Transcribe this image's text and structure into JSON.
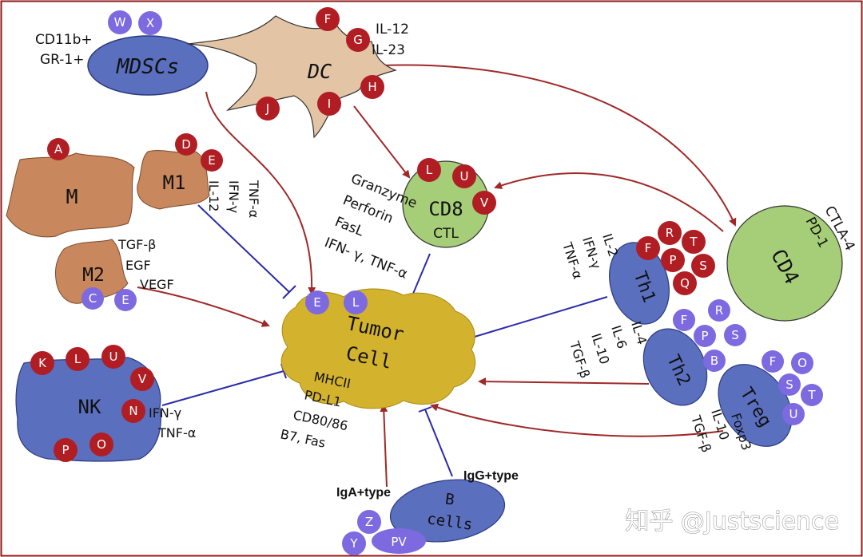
{
  "cells": {
    "mdscs": "MDSCs",
    "dc": "DC",
    "m": "M",
    "m1": "M1",
    "m2": "M2",
    "cd8": "CD8",
    "ctl": "CTL",
    "cd4": "CD4",
    "th1": "Th1",
    "th2": "Th2",
    "treg": "Treg",
    "nk": "NK",
    "tumor_line1": "Tumor",
    "tumor_line2": "Cell",
    "b_line1": "B",
    "b_line2": "cells"
  },
  "labels": {
    "cd11b": "CD11b+",
    "gr1": "GR-1+",
    "il12_dc": "IL-12",
    "il23": "IL-23",
    "m1_il12": "IL-12",
    "m1_ifn": "IFN-γ",
    "m1_tnf": "TNF-α",
    "m2_tgf": "TGF-β",
    "m2_egf": "EGF",
    "m2_vegf": "VEGF",
    "cd8_granzyme": "Granzyme",
    "cd8_perforin": "Perforin",
    "cd8_fasl": "FasL",
    "cd8_ifn_tnf": "IFN- γ, TNF-α",
    "cd4_ctla4": "CTLA-4",
    "cd4_pd1": "PD-1",
    "th1_il2": "IL-2",
    "th1_ifn": "IFN-γ",
    "th1_tnf": "TNF-α",
    "th2_il4": "IL-4",
    "th2_il6": "IL-6",
    "th2_il10": "IL-10",
    "th2_tgf": "TGF-β",
    "treg_foxp3": "Foxp3",
    "treg_il10": "IL-10",
    "treg_tgf": "TGF-β",
    "nk_ifn": "IFN-γ",
    "nk_tnf": "TNF-α",
    "tumor_mhcii": "MHCII",
    "tumor_pdl1": "PD-L1",
    "tumor_cd80": "CD80/86",
    "tumor_b7": "B7, Fas",
    "iga": "IgA+type",
    "igg": "IgG+type"
  },
  "badges": {
    "mdscs_w": "W",
    "mdscs_x": "X",
    "dc_f": "F",
    "dc_g": "G",
    "dc_h": "H",
    "dc_i": "I",
    "dc_j": "J",
    "m_a": "A",
    "m1_d": "D",
    "m1_e": "E",
    "m2_c": "C",
    "m2_e": "E",
    "cd8_l": "L",
    "cd8_u": "U",
    "cd8_v": "V",
    "tumor_e": "E",
    "tumor_l": "L",
    "th1_f": "F",
    "th1_r": "R",
    "th1_t": "T",
    "th1_p": "P",
    "th1_s": "S",
    "th1_q": "Q",
    "th2_f": "F",
    "th2_r": "R",
    "th2_p": "P",
    "th2_s": "S",
    "th2_b": "B",
    "treg_f": "F",
    "treg_o": "O",
    "treg_s": "S",
    "treg_t": "T",
    "treg_u": "U",
    "nk_k": "K",
    "nk_l": "L",
    "nk_u": "U",
    "nk_v": "V",
    "nk_n": "N",
    "nk_p": "P",
    "nk_o": "O",
    "b_z": "Z",
    "b_y": "Y",
    "b_pv": "PV"
  },
  "watermark": "知乎 @Justscience",
  "colors": {
    "red_badge": "#b01e24",
    "purple_badge": "#7d6ae0",
    "blue_cell": "#5b6fbf",
    "green_cell": "#a6cd78",
    "tan_cell": "#c8875c",
    "dc_color": "#e3c5a6",
    "tumor_color": "#d3b22e",
    "activation_arrow": "#a02828",
    "inhibition_line": "#2b2baa",
    "frame": "#8b1a1a"
  }
}
